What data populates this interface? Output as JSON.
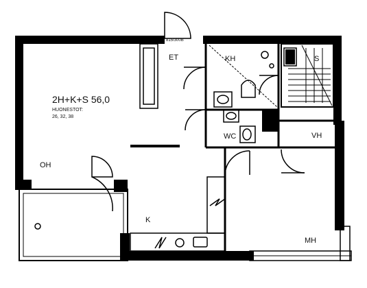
{
  "apartment": {
    "type": "2H+K+S 56,0",
    "rooms_label": "HUONESTOT:",
    "rooms_numbers": "26, 32, 38",
    "door_code": "815/300B"
  },
  "rooms": {
    "et": "ET",
    "kh": "KH",
    "s": "S",
    "wc": "WC",
    "vh": "VH",
    "oh": "OH",
    "k": "K",
    "mh": "MH"
  }
}
